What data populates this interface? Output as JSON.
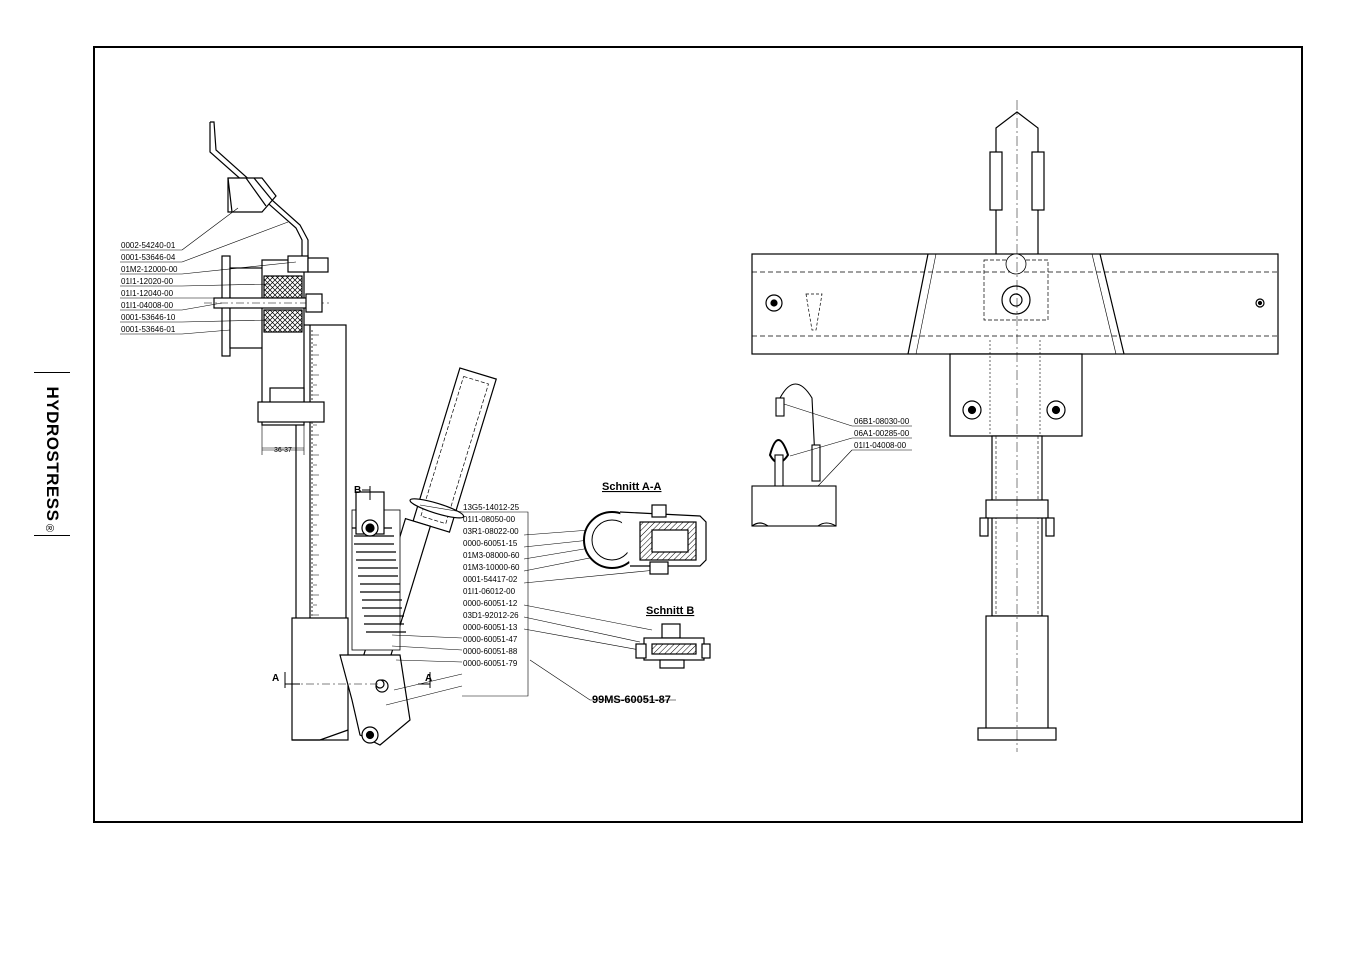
{
  "brand": {
    "name": "HYDROSTRESS",
    "mark": "®"
  },
  "sections": {
    "aa_title": "Schnitt A-A",
    "b_title": "Schnitt B",
    "a_label": "A",
    "b_label": "B"
  },
  "dimension": "36-37",
  "assembly_number": "99MS-60051-87",
  "parts_upper_left": [
    "0002-54240-01",
    "0001-53646-04",
    "01M2-12000-00",
    "01I1-12020-00",
    "01I1-12040-00",
    "01I1-04008-00",
    "0001-53646-10",
    "0001-53646-01"
  ],
  "parts_lower": [
    "13G5-14012-25",
    "01I1-08050-00",
    "03R1-08022-00",
    "0000-60051-15",
    "01M3-08000-60",
    "01M3-10000-60",
    "0001-54417-02",
    "01I1-06012-00",
    "0000-60051-12",
    "03D1-92012-26",
    "0000-60051-13",
    "0000-60051-47",
    "0000-60051-88",
    "0000-60051-79"
  ],
  "parts_pin": [
    "06B1-08030-00",
    "06A1-00285-00",
    "01I1-04008-00"
  ]
}
